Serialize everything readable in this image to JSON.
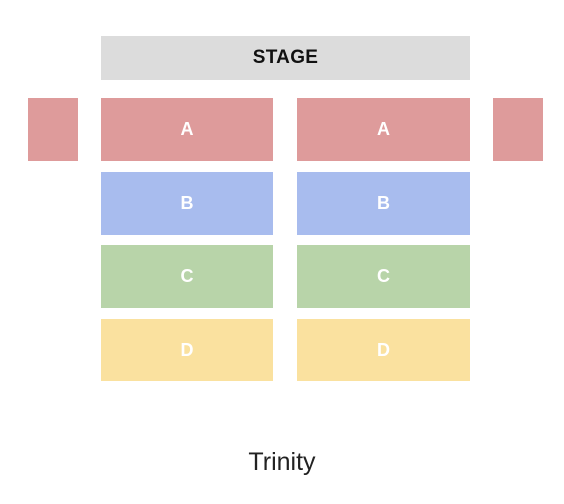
{
  "stage": {
    "label": "STAGE",
    "color": "#dcdcdc"
  },
  "sections": [
    {
      "label": "A",
      "color": "#de9b9b"
    },
    {
      "label": "B",
      "color": "#a8bcee"
    },
    {
      "label": "C",
      "color": "#b8d4a9"
    },
    {
      "label": "D",
      "color": "#fae19f"
    }
  ],
  "side_sections": {
    "color": "#de9b9b"
  },
  "venue_name": "Trinity"
}
